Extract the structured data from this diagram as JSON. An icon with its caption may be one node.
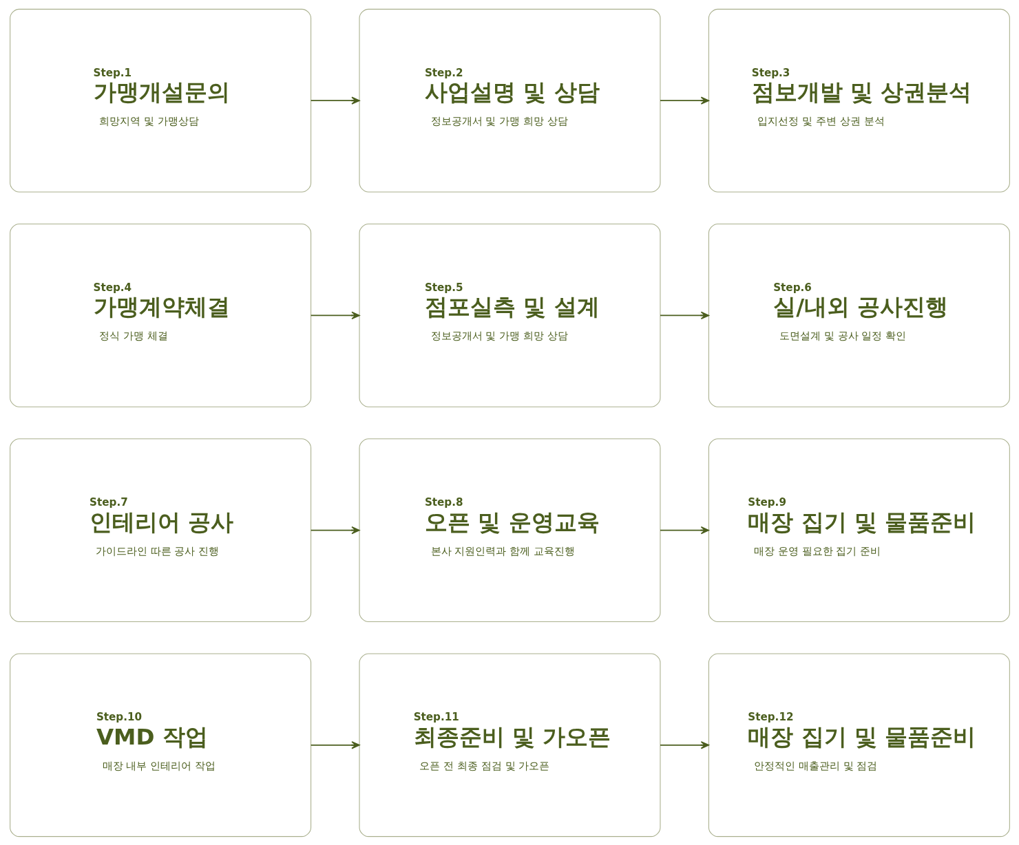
{
  "diagram": {
    "nodes": [
      {
        "text": [
          "Step.1",
          "가맹개설문의",
          "희망지역 및 가맹상담"
        ]
      },
      {
        "text": [
          "Step.2",
          "사업설명 및 상담",
          "정보공개서 및 가맹 희망 상담"
        ]
      },
      {
        "text": [
          "Step.3",
          "점보개발 및 상권분석",
          "입지선정 및 주변 상권 분석"
        ]
      },
      {
        "text": [
          "Step.4",
          "가맹계약체결",
          "정식 가맹 체결"
        ]
      },
      {
        "text": [
          "Step.5",
          "점포실측 및 설계",
          "정보공개서 및 가맹 희망 상담"
        ]
      },
      {
        "text": [
          "Step.6",
          "실/내외 공사진행",
          "도면설계 및 공사 일정 확인"
        ]
      },
      {
        "text": [
          "Step.7",
          "인테리어 공사",
          "가이드라인 따른 공사 진행"
        ]
      },
      {
        "text": [
          "Step.8",
          "오픈 및 운영교육",
          "본사 지원인력과 함께 교육진행"
        ]
      },
      {
        "text": [
          "Step.9",
          "매장 집기 및 물품준비",
          "매장 운영 필요한 집기 준비"
        ]
      },
      {
        "text": [
          "Step.10",
          "VMD 작업",
          "매장 내부 인테리어 작업"
        ]
      },
      {
        "text": [
          "Step.11",
          "최종준비 및 가오픈",
          "오픈 전 최종 점검 및 가오픈"
        ]
      },
      {
        "text": [
          "Step.12",
          "매장 집기 및 물품준비",
          "안정적인 매출관리 및 점검"
        ]
      }
    ],
    "edges": [
      {
        "from": 0,
        "to": 1,
        "arrow": "to"
      },
      {
        "from": 1,
        "to": 2,
        "arrow": "to"
      },
      {
        "from": 3,
        "to": 4,
        "arrow": "to"
      },
      {
        "from": 4,
        "to": 5,
        "arrow": "to"
      },
      {
        "from": 6,
        "to": 7,
        "arrow": "to"
      },
      {
        "from": 7,
        "to": 8,
        "arrow": "to"
      },
      {
        "from": 9,
        "to": 10,
        "arrow": "to"
      },
      {
        "from": 10,
        "to": 11,
        "arrow": "to"
      }
    ]
  }
}
